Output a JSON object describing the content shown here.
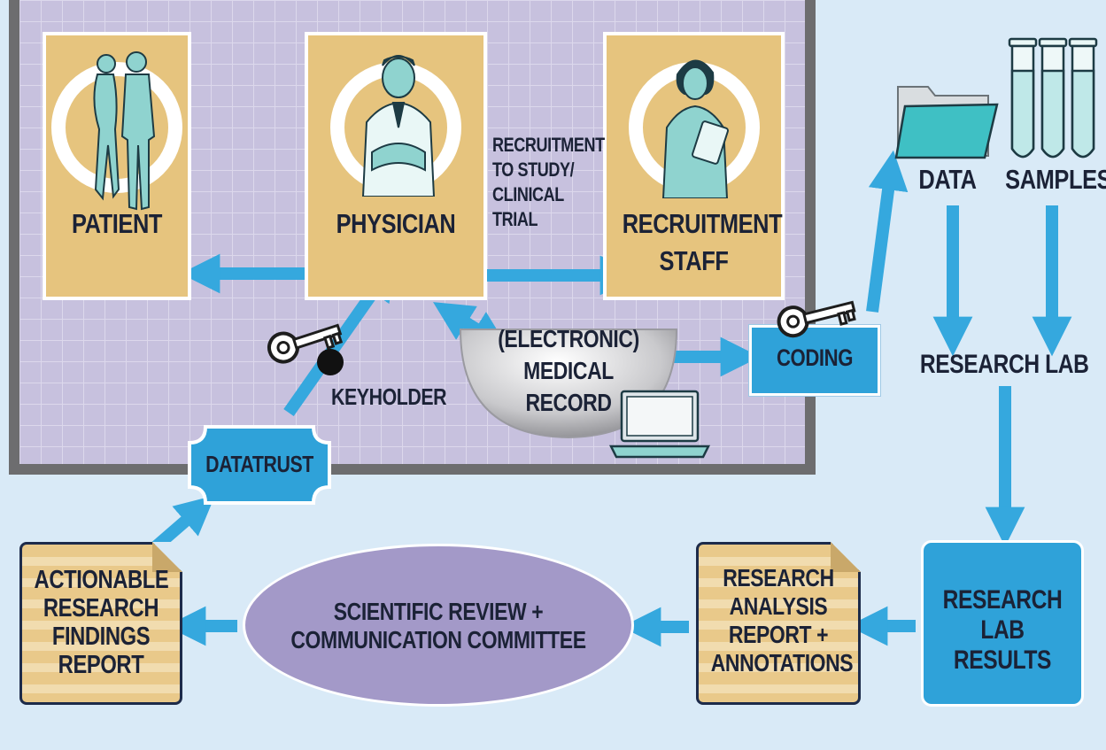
{
  "nodes": {
    "patient": "PATIENT",
    "physician": "PHYSICIAN",
    "recruitment_staff": [
      "RECRUITMENT",
      "STAFF"
    ],
    "recruitment_note": [
      "RECRUITMENT",
      "TO STUDY/",
      "CLINICAL",
      "TRIAL"
    ],
    "medical_record": [
      "(ELECTRONIC)",
      "MEDICAL",
      "RECORD"
    ],
    "coding": "CODING",
    "keyholder": "KEYHOLDER",
    "datatrust": "DATATRUST",
    "data": "DATA",
    "samples": "SAMPLES",
    "research_lab": "RESEARCH LAB",
    "research_lab_results": [
      "RESEARCH",
      "LAB",
      "RESULTS"
    ],
    "research_analysis_report": [
      "RESEARCH",
      "ANALYSIS",
      "REPORT +",
      "ANNOTATIONS"
    ],
    "scientific_review": [
      "SCIENTIFIC REVIEW +",
      "COMMUNICATION COMMITTEE"
    ],
    "actionable_findings": [
      "ACTIONABLE",
      "RESEARCH",
      "FINDINGS",
      "REPORT"
    ]
  },
  "icons": [
    "patient-couple-icon",
    "physician-icon",
    "recruitment-staff-icon",
    "key-icon",
    "folder-icon",
    "test-tubes-icon",
    "laptop-icon"
  ],
  "colors": {
    "background": "#d9eaf7",
    "grid_area": "#c7c1de",
    "card": "#e6c47e",
    "arrow": "#35a8de",
    "box_blue": "#2fa2d9",
    "ellipse": "#a399c8",
    "text": "#1b2236"
  }
}
